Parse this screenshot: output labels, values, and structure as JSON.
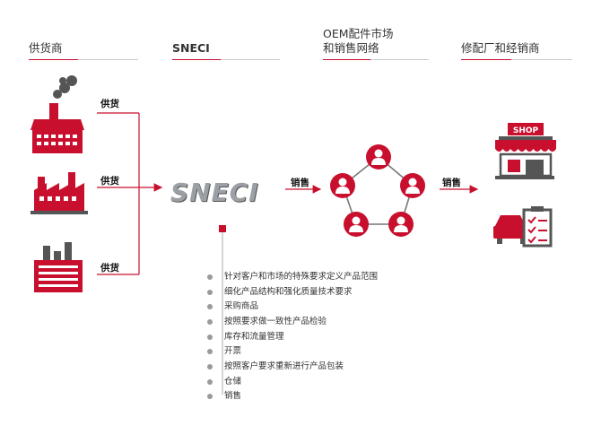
{
  "headers": {
    "supplier": "供货商",
    "sneci": "SNECI",
    "oem_line1": "OEM配件市场",
    "oem_line2": "和销售网络",
    "repair": "修配厂和经销商"
  },
  "labels": {
    "supply1": "供货",
    "supply2": "供货",
    "supply3": "供货",
    "sell1": "销售",
    "sell2": "销售",
    "shop": "SHOP"
  },
  "logo": "SNECI",
  "services": [
    "针对客户和市场的特殊要求定义产品范围",
    "细化产品结构和强化质量技术要求",
    "采购商品",
    "按照要求做一致性产品检验",
    "库存和流量管理",
    "开票",
    "按照客户要求重新进行产品包装",
    "仓储",
    "销售"
  ],
  "colors": {
    "accent": "#c8102e",
    "line": "#c9c9c9",
    "text": "#333333"
  }
}
